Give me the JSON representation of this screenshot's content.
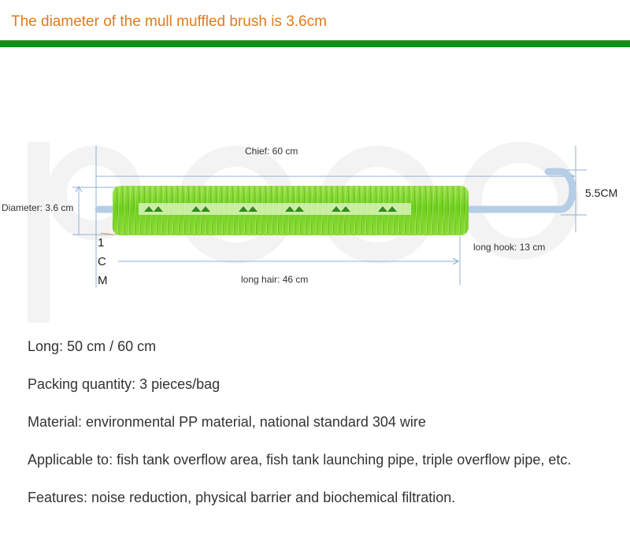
{
  "header": {
    "title": "The diameter of the mull muffled brush is 3.6cm"
  },
  "diagram": {
    "chief_label": "Chief: 60 cm",
    "diameter_label": "Diameter: 3.6 cm",
    "hook_height_label": "5.5CM",
    "long_hook_label": "long hook: 13 cm",
    "long_hair_label": "long hair: 46 cm",
    "cm_letters": [
      "1",
      "C",
      "M"
    ],
    "watermark": "pecc",
    "colors": {
      "bristle": "#7ed321",
      "bristle_dark": "#3e9a10",
      "wire": "#b6cde6",
      "dimension_line": "#8fb0d4",
      "watermark": "#f2f2f2"
    }
  },
  "specs": [
    "Long: 50 cm / 60 cm",
    "Packing quantity: 3 pieces/bag",
    "Material: environmental PP material, national standard 304 wire",
    "Applicable to: fish tank overflow area, fish tank launching pipe, triple overflow pipe, etc.",
    "Features: noise reduction, physical barrier and biochemical filtration."
  ]
}
